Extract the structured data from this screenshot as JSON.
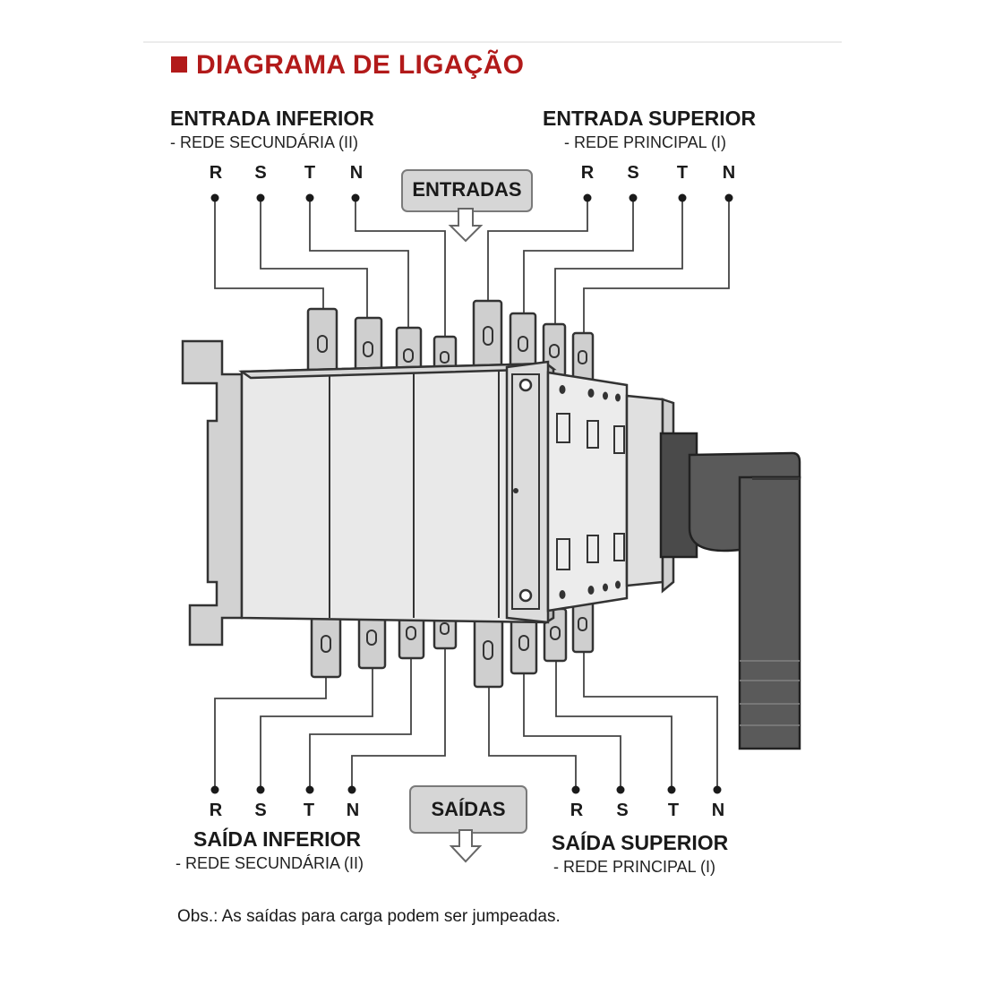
{
  "header": {
    "title": "DIAGRAMA DE LIGAÇÃO"
  },
  "inputs": {
    "lower": {
      "title": "ENTRADA INFERIOR",
      "subtitle": "- REDE SECUNDÁRIA (II)",
      "terminals": [
        "R",
        "S",
        "T",
        "N"
      ]
    },
    "upper": {
      "title": "ENTRADA SUPERIOR",
      "subtitle": "- REDE PRINCIPAL (I)",
      "terminals": [
        "R",
        "S",
        "T",
        "N"
      ]
    },
    "label": "ENTRADAS"
  },
  "outputs": {
    "lower": {
      "title": "SAÍDA INFERIOR",
      "subtitle": "- REDE SECUNDÁRIA (II)",
      "terminals": [
        "R",
        "S",
        "T",
        "N"
      ]
    },
    "upper": {
      "title": "SAÍDA SUPERIOR",
      "subtitle": "- REDE PRINCIPAL (I)",
      "terminals": [
        "R",
        "S",
        "T",
        "N"
      ]
    },
    "label": "SAÍDAS"
  },
  "note": "Obs.: As saídas para carga podem ser jumpeadas."
}
